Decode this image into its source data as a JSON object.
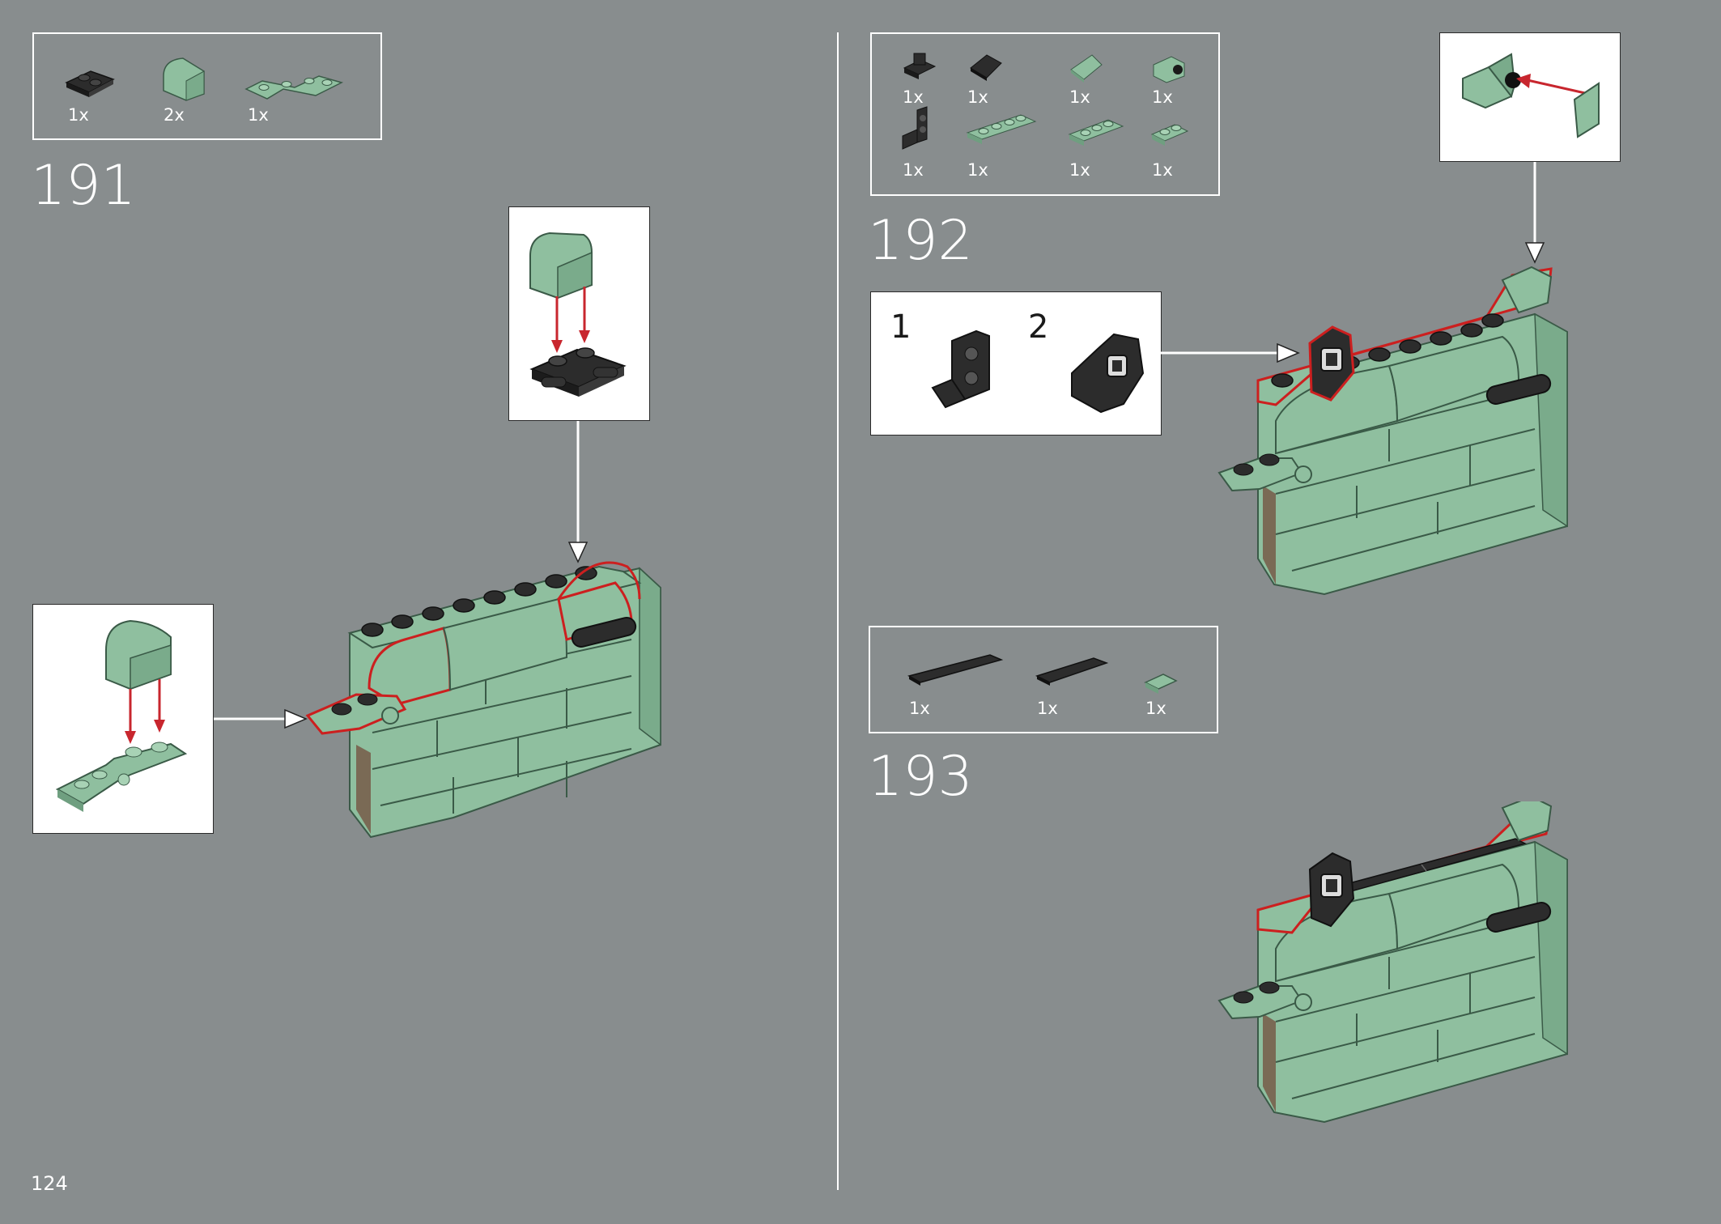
{
  "page_number": "124",
  "colors": {
    "background": "#888d8e",
    "sand_green": "#8fbf9f",
    "dark_stone": "#2c2c2c",
    "highlight": "#cc1f1f",
    "arrow_red": "#c8262e"
  },
  "step_191": {
    "number": "191",
    "parts": [
      {
        "icon": "black-plate-with-clips-icon",
        "qty": "1x"
      },
      {
        "icon": "sand-green-curved-slope-icon",
        "qty": "2x"
      },
      {
        "icon": "sand-green-hinge-plate-icon",
        "qty": "1x"
      }
    ]
  },
  "step_192": {
    "number": "192",
    "parts": [
      {
        "icon": "black-bracket-clip-icon",
        "qty": "1x"
      },
      {
        "icon": "black-slope-icon",
        "qty": "1x"
      },
      {
        "icon": "sand-green-slope-icon",
        "qty": "1x"
      },
      {
        "icon": "sand-green-brick-with-hole-icon",
        "qty": "1x"
      },
      {
        "icon": "black-bracket-icon",
        "qty": "1x"
      },
      {
        "icon": "sand-green-plate-1x4-icon",
        "qty": "1x"
      },
      {
        "icon": "sand-green-plate-1x3-icon",
        "qty": "1x"
      },
      {
        "icon": "sand-green-plate-1x2-icon",
        "qty": "1x"
      }
    ],
    "subassembly_labels": [
      "1",
      "2"
    ]
  },
  "step_193": {
    "number": "193",
    "parts": [
      {
        "icon": "black-tile-1x6-icon",
        "qty": "1x"
      },
      {
        "icon": "black-tile-1x4-icon",
        "qty": "1x"
      },
      {
        "icon": "sand-green-tile-1x1-icon",
        "qty": "1x"
      }
    ]
  }
}
